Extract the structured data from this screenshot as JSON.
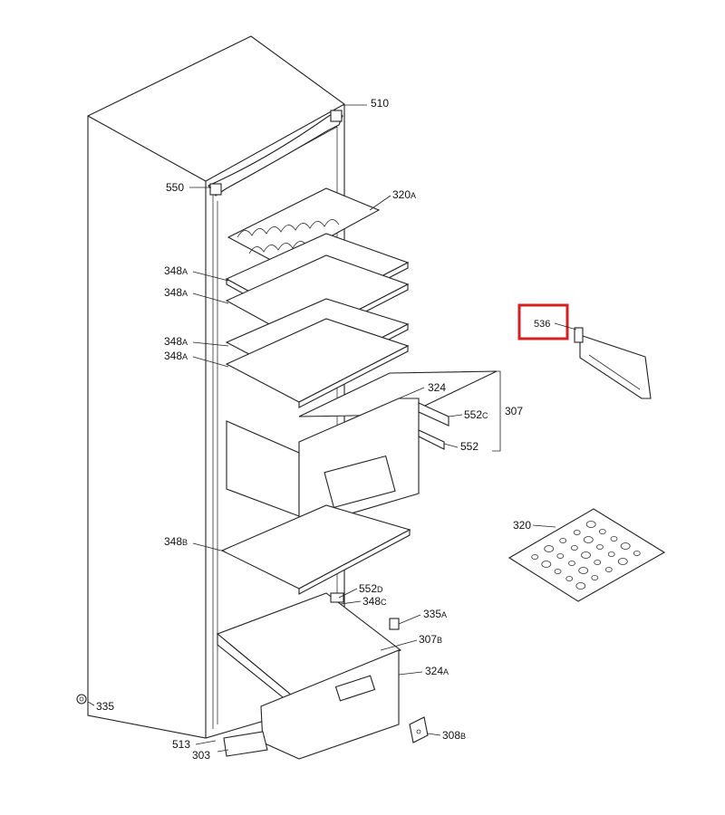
{
  "labels": {
    "l510": {
      "num": "510",
      "suffix": ""
    },
    "l550": {
      "num": "550",
      "suffix": ""
    },
    "l320a": {
      "num": "320",
      "suffix": "A"
    },
    "l348a1": {
      "num": "348",
      "suffix": "A"
    },
    "l348a2": {
      "num": "348",
      "suffix": "A"
    },
    "l348a3": {
      "num": "348",
      "suffix": "A"
    },
    "l348a4": {
      "num": "348",
      "suffix": "A"
    },
    "l324": {
      "num": "324",
      "suffix": ""
    },
    "l552c": {
      "num": "552",
      "suffix": "C"
    },
    "l552": {
      "num": "552",
      "suffix": ""
    },
    "l307": {
      "num": "307",
      "suffix": ""
    },
    "l536": {
      "num": "536",
      "suffix": ""
    },
    "l320": {
      "num": "320",
      "suffix": ""
    },
    "l348b": {
      "num": "348",
      "suffix": "B"
    },
    "l552d": {
      "num": "552",
      "suffix": "D"
    },
    "l348c": {
      "num": "348",
      "suffix": "C"
    },
    "l335a": {
      "num": "335",
      "suffix": "A"
    },
    "l307b": {
      "num": "307",
      "suffix": "B"
    },
    "l324a": {
      "num": "324",
      "suffix": "A"
    },
    "l335": {
      "num": "335",
      "suffix": ""
    },
    "l308b": {
      "num": "308",
      "suffix": "B"
    },
    "l513": {
      "num": "513",
      "suffix": ""
    },
    "l303": {
      "num": "303",
      "suffix": ""
    }
  },
  "highlight": {
    "part": "536",
    "color": "#d42020"
  }
}
